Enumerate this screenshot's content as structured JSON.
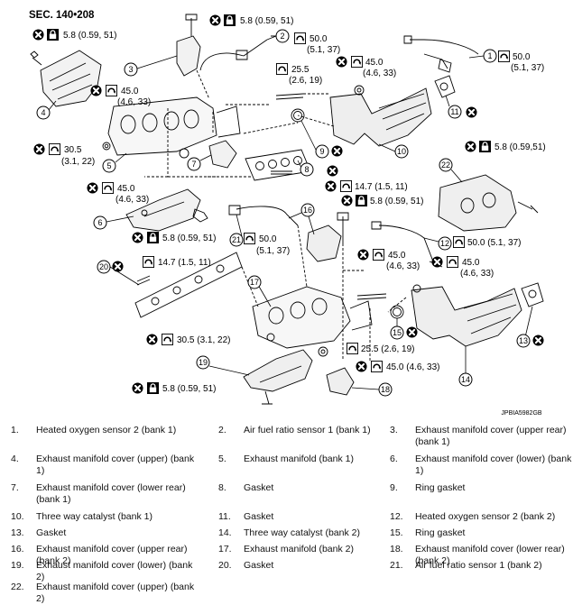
{
  "diagram": {
    "section": "SEC. 140•208",
    "code": "JPBIA5982GB",
    "callout_numbers": [
      "1",
      "2",
      "3",
      "4",
      "5",
      "6",
      "7",
      "8",
      "9",
      "10",
      "11",
      "12",
      "13",
      "14",
      "15",
      "16",
      "17",
      "18",
      "19",
      "20",
      "21",
      "22"
    ],
    "torques": [
      "5.8 (0.59, 51)",
      "5.8 (0.59, 51)",
      "50.0",
      "(5.1, 37)",
      "50.0",
      "(5.1, 37)",
      "45.0",
      "(4.6, 33)",
      "25.5",
      "(2.6, 19)",
      "45.0",
      "(4.6, 33)",
      "30.5",
      "(3.1, 22)",
      "5.8 (0.59,51)",
      "45.0",
      "(4.6, 33)",
      "14.7 (1.5, 11)",
      "5.8 (0.59, 51)",
      "5.8 (0.59, 51)",
      "50.0",
      "(5.1, 37)",
      "50.0 (5.1, 37)",
      "14.7 (1.5, 11)",
      "45.0",
      "(4.6, 33)",
      "45.0",
      "(4.6, 33)",
      "30.5 (3.1, 22)",
      "25.5 (2.6, 19)",
      "45.0 (4.6, 33)",
      "5.8 (0.59, 51)"
    ]
  },
  "legend": [
    {
      "num": "1.",
      "text": "Heated oxygen sensor 2 (bank 1)"
    },
    {
      "num": "2.",
      "text": "Air fuel ratio sensor 1 (bank 1)"
    },
    {
      "num": "3.",
      "text": "Exhaust manifold cover (upper rear) (bank 1)"
    },
    {
      "num": "4.",
      "text": "Exhaust manifold cover (upper) (bank 1)"
    },
    {
      "num": "5.",
      "text": "Exhaust manifold (bank 1)"
    },
    {
      "num": "6.",
      "text": "Exhaust manifold cover (lower) (bank 1)"
    },
    {
      "num": "7.",
      "text": "Exhaust manifold cover (lower rear) (bank 1)"
    },
    {
      "num": "8.",
      "text": "Gasket"
    },
    {
      "num": "9.",
      "text": "Ring gasket"
    },
    {
      "num": "10.",
      "text": "Three way catalyst (bank 1)"
    },
    {
      "num": "11.",
      "text": "Gasket"
    },
    {
      "num": "12.",
      "text": "Heated oxygen sensor 2 (bank 2)"
    },
    {
      "num": "13.",
      "text": "Gasket"
    },
    {
      "num": "14.",
      "text": "Three way catalyst (bank 2)"
    },
    {
      "num": "15.",
      "text": "Ring gasket"
    },
    {
      "num": "16.",
      "text": "Exhaust manifold cover (upper rear) (bank 2)"
    },
    {
      "num": "17.",
      "text": "Exhaust manifold (bank 2)"
    },
    {
      "num": "18.",
      "text": "Exhaust manifold cover (lower rear) (bank 2)"
    },
    {
      "num": "19.",
      "text": "Exhaust manifold cover (lower) (bank 2)"
    },
    {
      "num": "20.",
      "text": "Gasket"
    },
    {
      "num": "21.",
      "text": "Air fuel ratio sensor 1 (bank 2)"
    },
    {
      "num": "22.",
      "text": "Exhaust manifold cover (upper) (bank 2)"
    }
  ]
}
